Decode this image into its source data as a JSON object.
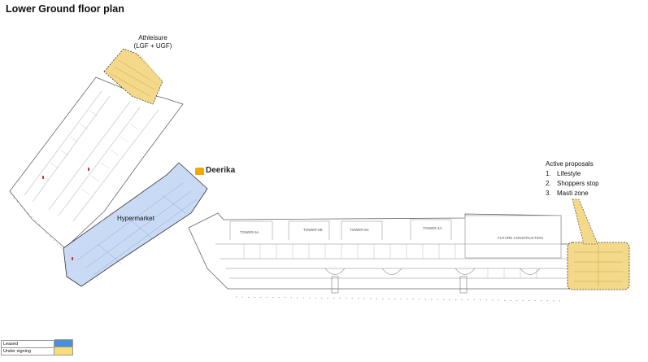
{
  "title": "Lower Ground floor plan",
  "athleisure": {
    "line1": "Athleisure",
    "line2": "(LGF + UGF)"
  },
  "deerika": {
    "name": "Deerika"
  },
  "hypermarket": "Hypermarket",
  "proposals": {
    "heading": "Active proposals",
    "items": [
      {
        "num": "1.",
        "label": "Lifestyle"
      },
      {
        "num": "2.",
        "label": "Shoppers stop"
      },
      {
        "num": "3.",
        "label": "Masti zone"
      }
    ]
  },
  "towers": {
    "t5a": "TOWER-5A",
    "t5b": "TOWER-5B",
    "t5c": "TOWER-5C",
    "t4a": "TOWER-4A",
    "future": "FUTURE CONSTRUCTION"
  },
  "legend": [
    {
      "label": "Leased",
      "color": "#4a90d9"
    },
    {
      "label": "Under signing",
      "color": "#f7dc7a"
    }
  ],
  "colors": {
    "leased": "#c9daf5",
    "signing": "#f5d98a"
  }
}
